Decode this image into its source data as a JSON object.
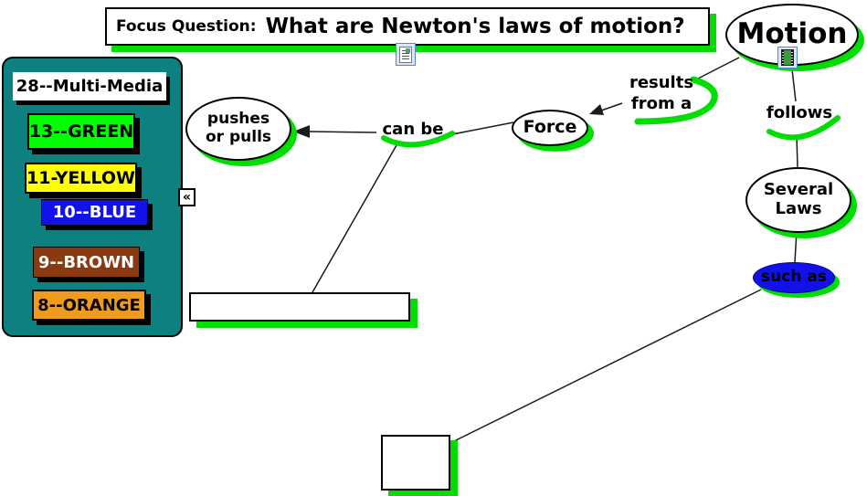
{
  "focus_question": {
    "prefix": "Focus Question:",
    "question": "What are Newton's laws of motion?"
  },
  "concepts": {
    "motion": "Motion",
    "pushes_or_pulls": "pushes\nor pulls",
    "force": "Force",
    "several_laws": "Several\nLaws",
    "empty_concept_mid": "",
    "empty_concept_bottom": ""
  },
  "linking_phrases": {
    "can_be": "can be",
    "results_from_a": "results\nfrom a",
    "follows": "follows",
    "such_as": "such as"
  },
  "legend": {
    "title": "28--Multi-Media",
    "items": [
      {
        "label": "13--GREEN",
        "bg": "#00ff00",
        "fg": "#000000"
      },
      {
        "label": "11-YELLOW",
        "bg": "#ffff00",
        "fg": "#000000"
      },
      {
        "label": "10--BLUE",
        "bg": "#1212e8",
        "fg": "#ffffff"
      },
      {
        "label": "9--BROWN",
        "bg": "#8b3a10",
        "fg": "#ffffff"
      },
      {
        "label": "8--ORANGE",
        "bg": "#ef9b1d",
        "fg": "#000000"
      }
    ],
    "collapse_glyph": "«"
  },
  "icons": {
    "focus_attachment": "document-icon",
    "motion_attachment": "film-icon"
  },
  "colors": {
    "shadow_green": "#00dd00",
    "panel_teal": "#0d8080",
    "such_as_blue": "#1212e8"
  }
}
